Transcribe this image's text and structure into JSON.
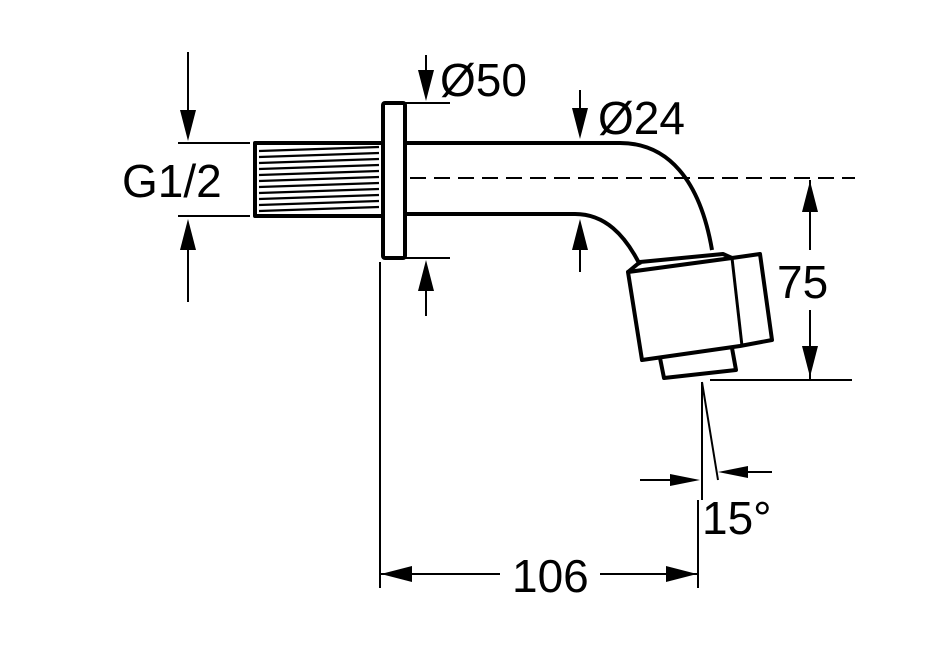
{
  "diagram": {
    "labels": {
      "thread": "G1/2",
      "flange_diameter": "Ø50",
      "pipe_diameter": "Ø24",
      "height": "75",
      "length": "106",
      "angle": "15°"
    },
    "colors": {
      "line": "#000000",
      "background": "#ffffff"
    }
  }
}
